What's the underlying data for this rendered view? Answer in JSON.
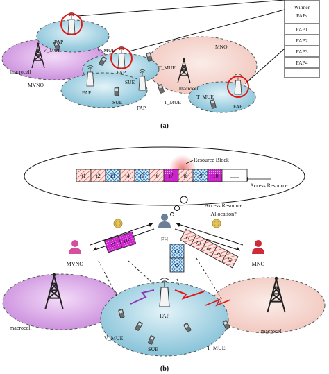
{
  "panel_a": {
    "caption": "(a)",
    "winner_header": [
      "Winner",
      "FAPs"
    ],
    "winner_rows": [
      "FAP1",
      "FAP2",
      "FAP3",
      "FAP4",
      "..."
    ],
    "labels": {
      "macrocell_left": "macrocell",
      "mvno": "MVNO",
      "mno": "MNO",
      "macrocell_right": "macrocell",
      "fap": "FAP",
      "v_mue": "V_MUE",
      "t_mue": "T_MUE",
      "sue": "SUE"
    }
  },
  "panel_b": {
    "caption": "(b)",
    "resource_block_label": "Resource Block",
    "access_resource_label": "Access Resource",
    "blocks": [
      "t1",
      "t2",
      "t3",
      "t4",
      "t5",
      "t6",
      "t7",
      "t8",
      "t9",
      "t10",
      "......"
    ],
    "thought": [
      "Access Resource",
      "Allocation?"
    ],
    "fh": "FH",
    "mvno": "MVNO",
    "mno": "MNO",
    "mvno_blocks": [
      "t7",
      "t10"
    ],
    "fh_blocks": [
      "t3",
      "t5"
    ],
    "mno_blocks": [
      "t1",
      "t2",
      "t4",
      "t6",
      "t8"
    ],
    "macrocell_left": "macrocell",
    "macrocell_right": "macrocell",
    "v_mue": "V_MUE",
    "fap": "FAP",
    "sue": "SUE",
    "t_mue": "T_MUE"
  },
  "colors": {
    "mvno_fill": "#d9a3e6",
    "mno_fill": "#f5d5cf",
    "femto_fill": "#a9d4e3",
    "fap_highlight": "#e01818",
    "hatch_red": "#d8342a",
    "hatch_blue": "#2d7fc0",
    "purple_block": "#cc22cc"
  }
}
